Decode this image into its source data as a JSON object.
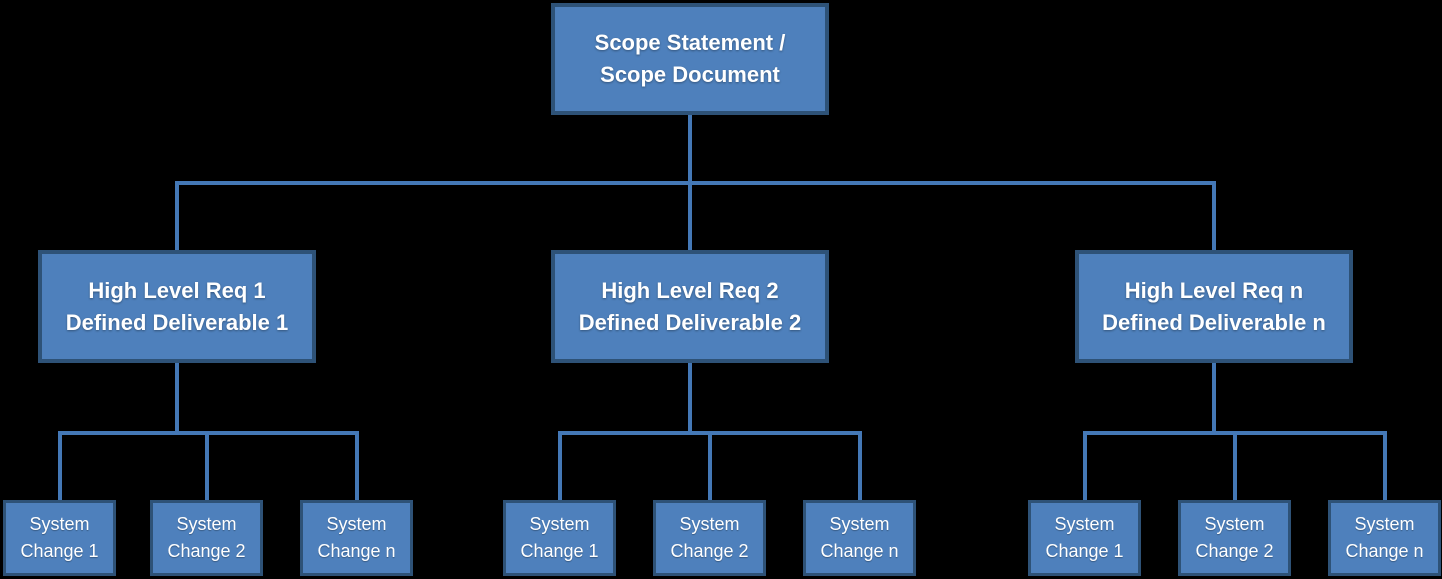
{
  "colors": {
    "background": "#000000",
    "box_fill": "#4E80BC",
    "box_border": "#2E5277",
    "connector": "#4478B6",
    "text_color": "#FFFFFF"
  },
  "tree": {
    "root": {
      "lines": [
        "Scope Statement /",
        "Scope Document"
      ]
    },
    "branches": [
      {
        "parent": {
          "lines": [
            "High Level Req 1",
            "Defined Deliverable 1"
          ]
        },
        "children": [
          {
            "lines": [
              "System",
              "Change 1"
            ]
          },
          {
            "lines": [
              "System",
              "Change 2"
            ]
          },
          {
            "lines": [
              "System",
              "Change n"
            ]
          }
        ]
      },
      {
        "parent": {
          "lines": [
            "High Level Req 2",
            "Defined Deliverable 2"
          ]
        },
        "children": [
          {
            "lines": [
              "System",
              "Change 1"
            ]
          },
          {
            "lines": [
              "System",
              "Change 2"
            ]
          },
          {
            "lines": [
              "System",
              "Change n"
            ]
          }
        ]
      },
      {
        "parent": {
          "lines": [
            "High Level Req n",
            "Defined Deliverable n"
          ]
        },
        "children": [
          {
            "lines": [
              "System",
              "Change 1"
            ]
          },
          {
            "lines": [
              "System",
              "Change 2"
            ]
          },
          {
            "lines": [
              "System",
              "Change n"
            ]
          }
        ]
      }
    ]
  }
}
